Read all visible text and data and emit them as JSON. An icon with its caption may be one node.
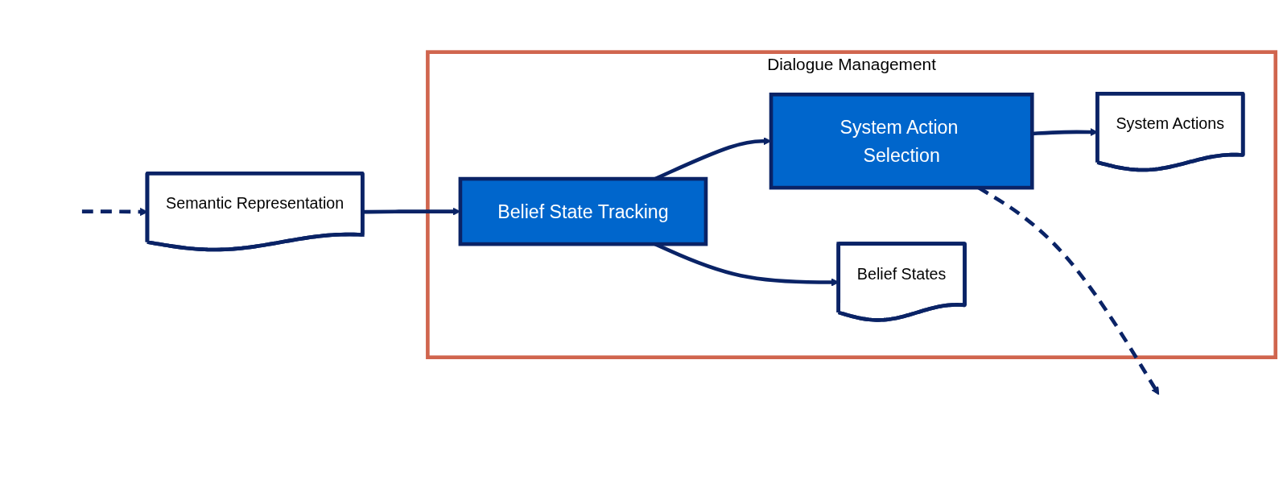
{
  "diagram": {
    "nodes": [
      {
        "text": [
          "Semantic Representation"
        ]
      },
      {
        "text": [
          "Dialogue Management"
        ]
      },
      {
        "text": [
          "Belief State Tracking"
        ],
        "in": 1
      },
      {
        "text": [
          "System Action Selection"
        ],
        "in": 1
      },
      {
        "text": [
          "Belief States"
        ],
        "in": 1
      },
      {
        "text": [
          "System Actions"
        ],
        "in": 1
      }
    ],
    "edges": [
      {
        "from": null,
        "to": 0,
        "arrow": "to",
        "style": "dashed"
      },
      {
        "from": 0,
        "to": 2,
        "arrow": "to"
      },
      {
        "from": 2,
        "to": 3,
        "arrow": "to"
      },
      {
        "from": 3,
        "to": null,
        "arrow": "to",
        "style": "dashed"
      },
      {
        "from": 2,
        "to": 4,
        "arrow": "to"
      },
      {
        "from": 3,
        "to": 5,
        "arrow": "to"
      }
    ]
  }
}
